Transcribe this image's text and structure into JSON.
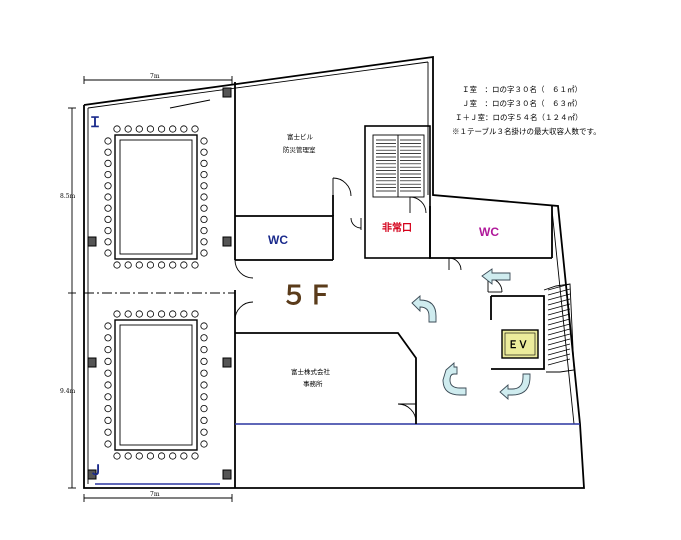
{
  "floor_label": "５Ｆ",
  "rooms": {
    "room_i": "Ｉ",
    "room_j": "Ｊ",
    "disaster_office_line1": "富士ビル",
    "disaster_office_line2": "防災管理室",
    "company_office_line1": "富士株式会社",
    "company_office_line2": "事務所",
    "wc_left": "WC",
    "wc_right": "WC",
    "emergency_exit": "非常口",
    "elevator": "ＥＶ"
  },
  "dimensions": {
    "top_width": "7m",
    "bottom_width": "7m",
    "height_i": "8.5m",
    "height_j": "9.4m"
  },
  "legend": {
    "line_i": "Ｉ室　：ロの字３０名（　６１㎡）",
    "line_j": "Ｊ室　：ロの字３０名（　６３㎡）",
    "line_ij": "Ｉ＋Ｊ室：ロの字５４名（１２４㎡）",
    "note": "※１テーブル３名掛けの最大収容人数です。"
  },
  "colors": {
    "room_letter": "#1a2a8c",
    "wc_left": "#1a2a8c",
    "wc_right": "#b0189a",
    "emergency_exit": "#d4001a",
    "floor_label": "#5a3b1a",
    "elevator_fill": "#ecec9c",
    "arrow_fill": "#cfecef",
    "column": "#555555"
  }
}
